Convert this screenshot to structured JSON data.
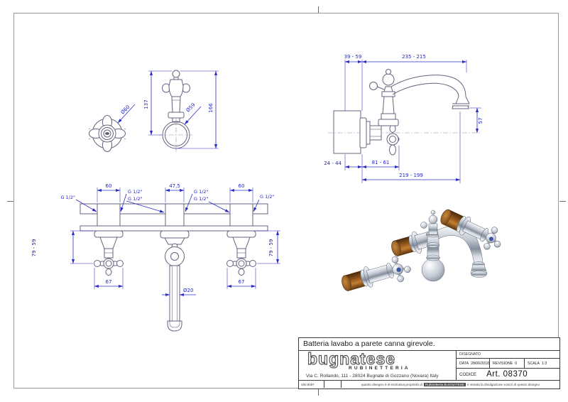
{
  "views": {
    "handle_front": {
      "dia": "Ø60"
    },
    "spout_front": {
      "height_to_center": "137",
      "dia": "Ø59",
      "height_total": "166"
    },
    "side": {
      "wall_min_max": "39 - 59",
      "reach": "235 - 215",
      "drop": "57",
      "wall_depth": "24 - 44",
      "body_len": "81 - 61",
      "total_len": "219 - 199"
    },
    "install": {
      "span_left": "60",
      "span_center": "47,5",
      "span_right": "60",
      "g_labels": [
        "G 1/2\"",
        "G 1/2\"",
        "G 1/2\"",
        "G 1/2\"",
        "G 1/2\"",
        "G 1/2\""
      ],
      "depth_left": "79 - 59",
      "depth_right": "79 - 59",
      "handle_left": "67",
      "handle_right": "67",
      "tube_dia": "Ø20"
    }
  },
  "title_block": {
    "description": "Batteria lavabo a parete canna girevole.",
    "logo": "bugnatese",
    "logo_sub": "RUBINETTERIA",
    "address": "Via C. Rollando, 111 - 28024 Bugnate di Gozzano (Novara) Italy",
    "disegnato_label": "DISEGNATO",
    "data_label": "DATA",
    "data_value": "28/06/2018",
    "revisione_label": "REVISIONE",
    "revisione_value": "0",
    "scala_label": "SCALA",
    "scala_value": "1:3",
    "codice_label": "CODICE",
    "codice_value": "Art. 08370",
    "standard": "UNI 8187",
    "notice_left": "questo disegno è di esclusiva proprietà di",
    "notice_mid": "Rubinetteria BUGNATESE",
    "notice_right": "è vietata la divulgazione a terzi di questo disegno"
  },
  "colors": {
    "dimension_blue": "#2b2bc8",
    "outline_grey_blue": "#63637f",
    "frame_grey": "#9b9b9b",
    "wood_brown": "#96571d",
    "chrome_grey": "#c3cad4"
  }
}
